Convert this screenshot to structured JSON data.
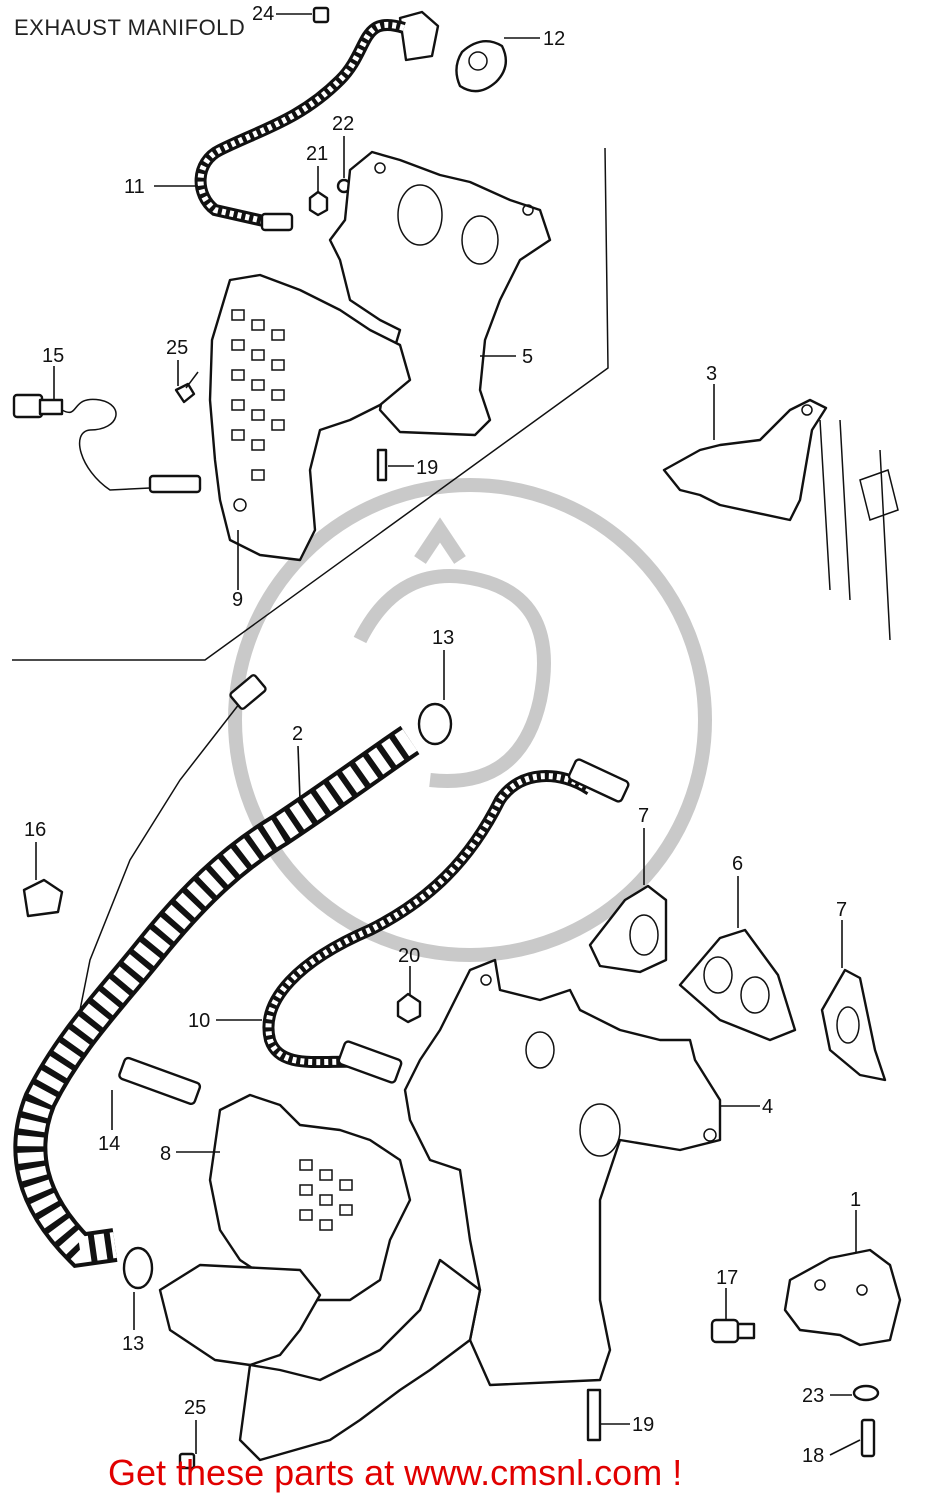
{
  "title": "EXHAUST MANIFOLD",
  "footer": "Get these parts at www.cmsnl.com !",
  "callouts": {
    "c1": "1",
    "c2": "2",
    "c3": "3",
    "c4": "4",
    "c5": "5",
    "c6": "6",
    "c7a": "7",
    "c7b": "7",
    "c8": "8",
    "c9": "9",
    "c10": "10",
    "c11": "11",
    "c12": "12",
    "c13a": "13",
    "c13b": "13",
    "c14": "14",
    "c15": "15",
    "c16": "16",
    "c17": "17",
    "c18": "18",
    "c19a": "19",
    "c19b": "19",
    "c20": "20",
    "c21": "21",
    "c22": "22",
    "c23": "23",
    "c24": "24",
    "c25a": "25",
    "c25b": "25"
  },
  "colors": {
    "line": "#111111",
    "footer": "#e10000",
    "watermark": "#c9c9c9",
    "background": "#ffffff"
  }
}
